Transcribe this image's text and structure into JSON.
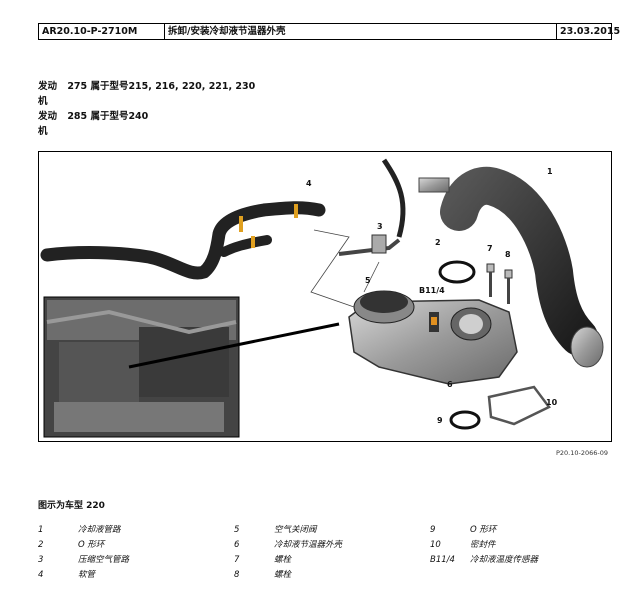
{
  "header": {
    "doc_id": "AR20.10-P-2710M",
    "title": "拆卸/安装冷却液节温器外壳",
    "date": "23.03.2015"
  },
  "engines": [
    {
      "label": "发动机",
      "text": "275 属于型号215, 216, 220, 221, 230"
    },
    {
      "label": "发动机",
      "text": "285 属于型号240"
    }
  ],
  "figure": {
    "callouts": [
      "1",
      "2",
      "3",
      "4",
      "5",
      "6",
      "7",
      "8",
      "9",
      "10",
      "B11/4"
    ],
    "ref": "P20.10-2066-09"
  },
  "caption": "图示为车型 220",
  "legend": [
    {
      "num": "1",
      "text": "冷却液管路"
    },
    {
      "num": "2",
      "text": "O 形环"
    },
    {
      "num": "3",
      "text": "压缩空气管路"
    },
    {
      "num": "4",
      "text": "软管"
    },
    {
      "num": "5",
      "text": "空气关闭阀"
    },
    {
      "num": "6",
      "text": "冷却液节温器外壳"
    },
    {
      "num": "7",
      "text": "螺栓"
    },
    {
      "num": "8",
      "text": "螺栓"
    },
    {
      "num": "9",
      "text": "O 形环"
    },
    {
      "num": "10",
      "text": "密封件"
    },
    {
      "num": "B11/4",
      "text": "冷却液温度传感器"
    }
  ]
}
